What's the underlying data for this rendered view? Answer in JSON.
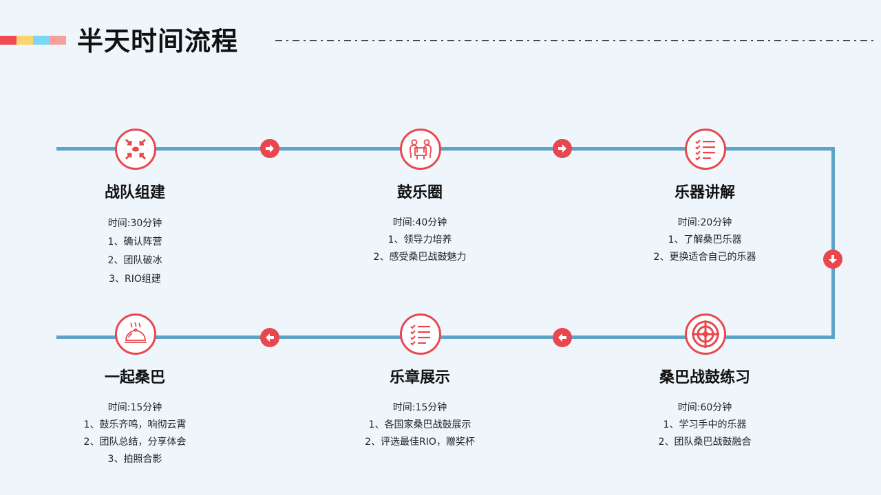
{
  "header": {
    "title": "半天时间流程",
    "accent_colors": [
      "#f24a55",
      "#ffd36b",
      "#7cd6f5",
      "#f4a09c"
    ]
  },
  "flow": {
    "line_color": "#5fa3c7",
    "node_color": "#e8474f",
    "steps": [
      {
        "title": "战队组建",
        "icon": "arrows-converge-icon",
        "lines": [
          "时间:30分钟",
          "1、确认阵营",
          "2、团队破冰",
          "3、RIO组建"
        ]
      },
      {
        "title": "鼓乐圈",
        "icon": "team-meeting-icon",
        "lines": [
          "时间:40分钟",
          "1、领导力培养",
          "2、感受桑巴战鼓魅力"
        ]
      },
      {
        "title": "乐器讲解",
        "icon": "checklist-icon",
        "lines": [
          "时间:20分钟",
          "1、了解桑巴乐器",
          "2、更换适合自己的乐器"
        ]
      },
      {
        "title": "桑巴战鼓练习",
        "icon": "target-icon",
        "lines": [
          "时间:60分钟",
          "1、学习手中的乐器",
          "2、团队桑巴战鼓融合"
        ]
      },
      {
        "title": "乐章展示",
        "icon": "checklist-icon",
        "lines": [
          "时间:15分钟",
          "1、各国家桑巴战鼓展示",
          "2、评选最佳RIO，赠奖杯"
        ]
      },
      {
        "title": "一起桑巴",
        "icon": "serving-dish-icon",
        "lines": [
          "时间:15分钟",
          "1、鼓乐齐鸣，响彻云霄",
          "2、团队总结，分享体会",
          "3、拍照合影"
        ]
      }
    ]
  }
}
